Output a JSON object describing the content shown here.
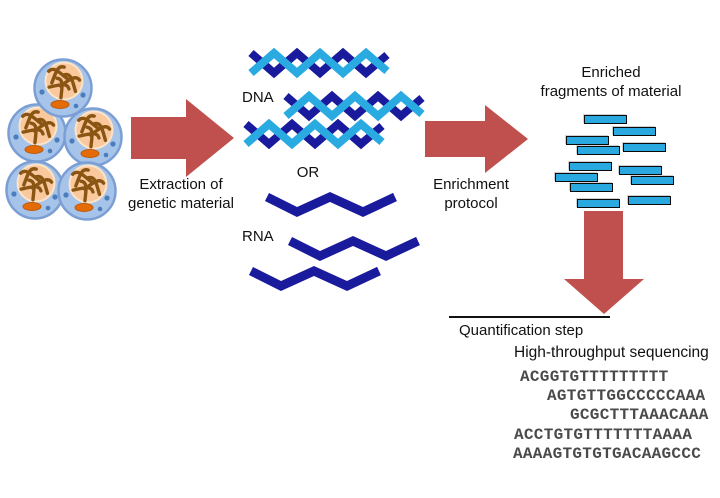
{
  "diagram": {
    "step1": {
      "label_lines": [
        "Extraction of",
        "genetic material"
      ]
    },
    "middle": {
      "dna_label": "DNA",
      "or_label": "OR",
      "rna_label": "RNA"
    },
    "step2": {
      "label_lines": [
        "Enrichment",
        "protocol"
      ]
    },
    "enriched": {
      "label_lines": [
        "Enriched",
        "fragments of material"
      ]
    },
    "quantification": {
      "label": "Quantification step"
    },
    "sequencing": {
      "title": "High-throughput sequencing",
      "reads": [
        "ACGGTGTTTTTTTTT",
        "AGTGTTGGCCCCCAAA",
        "GCGCTTTAAACAAA",
        "ACCTGTGTTTTTTTAAAA",
        "AAAAGTGTGTGACAAGCCC"
      ]
    }
  },
  "colors": {
    "arrow_red": "#C0504D",
    "dna_navy": "#1A1A9C",
    "dna_cyan": "#29ABE2",
    "fragment_cyan": "#29A9DF",
    "cell_fill": "#A6C3E9",
    "cell_border": "#7B9FD4",
    "nucleus_fill": "#F9C89D",
    "chromosome_brown": "#8A5513",
    "cell_dot_blue": "#4A7EBB",
    "organelle_orange": "#E36C09",
    "sequence_text": "#4A4A4A"
  }
}
